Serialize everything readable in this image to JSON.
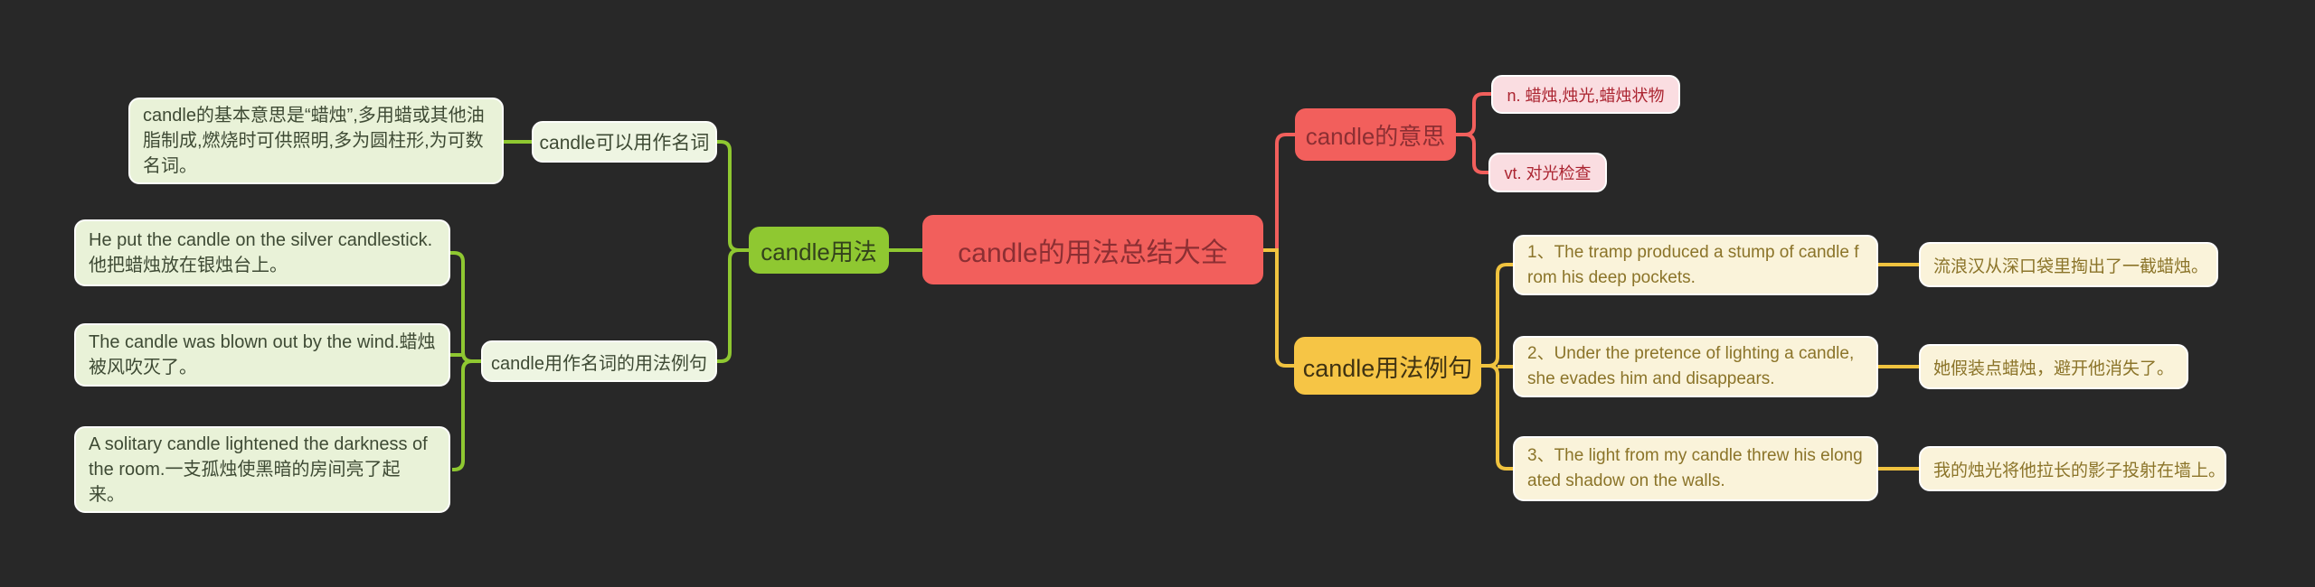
{
  "title": "candle的用法总结大全",
  "root": {
    "label": "candle的用法总结大全"
  },
  "left_branch": {
    "node": "candle用法",
    "noun_usage": {
      "label": "candle可以用作名词",
      "detail": "candle的基本意思是“蜡烛”,多用蜡或其他油脂制成,燃烧时可供照明,多为圆柱形,为可数名词。"
    },
    "noun_examples": {
      "label": "candle用作名词的用法例句",
      "items": [
        "He put the candle on the silver candlestick.他把蜡烛放在银烛台上。",
        "The candle was blown out by the wind.蜡烛被风吹灭了。",
        "A solitary candle lightened the darkness of the room.一支孤烛使黑暗的房间亮了起来。"
      ]
    }
  },
  "meaning_branch": {
    "node": "candle的意思",
    "items": [
      "n. 蜡烛,烛光,蜡烛状物",
      "vt. 对光检查"
    ]
  },
  "examples_branch": {
    "node": "candle用法例句",
    "items": [
      {
        "en": "1、The tramp produced a stump of candle from his deep pockets.",
        "zh": "流浪汉从深口袋里掏出了一截蜡烛。"
      },
      {
        "en": "2、Under the pretence of lighting a candle, she evades him and disappears.",
        "zh": "她假装点蜡烛，避开他消失了。"
      },
      {
        "en": "3、The light from my candle threw his elongated shadow on the walls.",
        "zh": "我的烛光将他拉长的影子投射在墙上。"
      }
    ]
  },
  "colors": {
    "background": "#282828",
    "root_fill": "#f25f5c",
    "root_text": "#8c2f33",
    "green_node_fill": "#8fc831",
    "light_green_fill": "#e9f2d8",
    "pink_fill": "#fadde1",
    "pink_text": "#ab2430",
    "yellow_fill": "#f6c545",
    "cream_fill": "#faf3da",
    "cream_text": "#8b7429",
    "connector_green": "#8fc831",
    "connector_red": "#f25f5c",
    "connector_yellow": "#f0c33f"
  }
}
